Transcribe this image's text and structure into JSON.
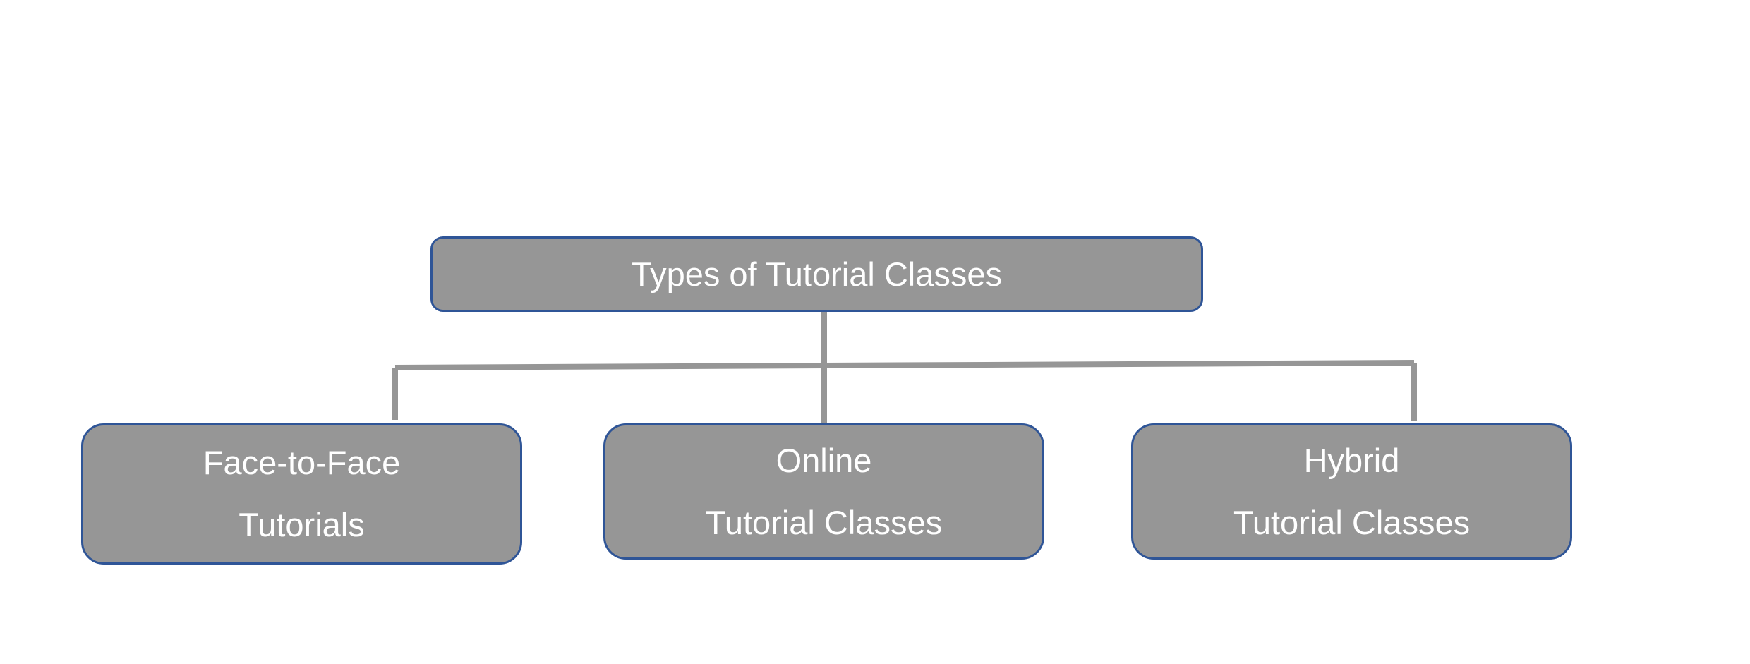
{
  "diagram": {
    "root": {
      "label": "Types of Tutorial Classes"
    },
    "children": [
      {
        "line1": "Face-to-Face",
        "line2": "Tutorials"
      },
      {
        "line1": "Online",
        "line2": "Tutorial Classes"
      },
      {
        "line1": "Hybrid",
        "line2": "Tutorial Classes"
      }
    ],
    "colors": {
      "box_fill": "#969696",
      "box_border": "#2f5597",
      "connector": "#969696",
      "text": "#ffffff"
    }
  }
}
